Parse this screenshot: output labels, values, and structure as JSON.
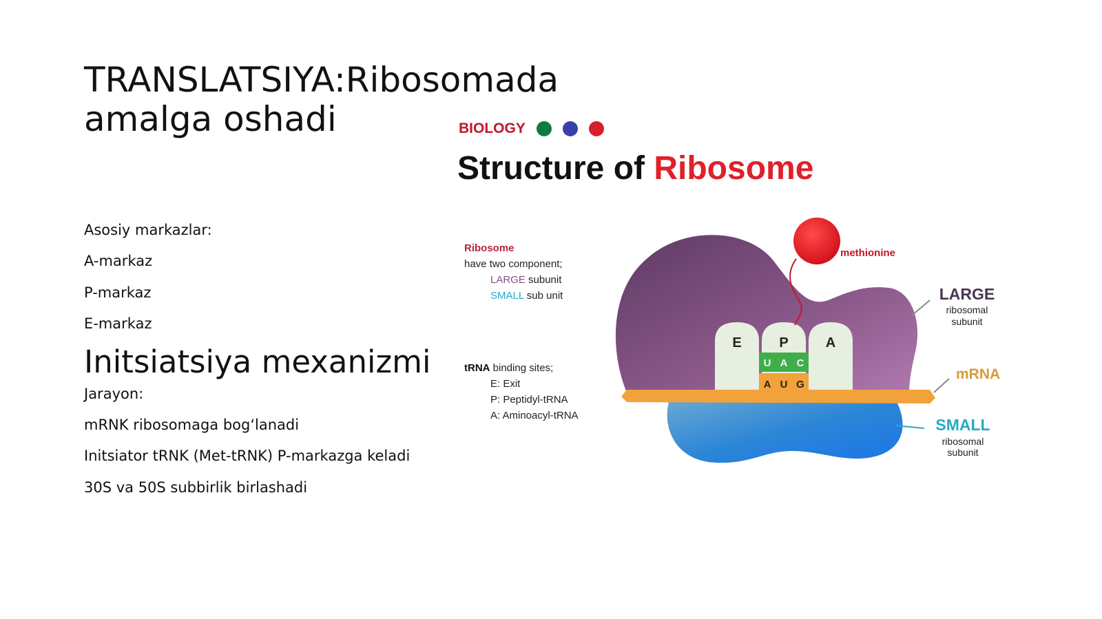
{
  "slide": {
    "title": "TRANSLATSIYA:Ribosomada amalga oshadi",
    "lines": [
      "Asosiy markazlar:",
      "A-markaz",
      "P-markaz",
      "E-markaz"
    ],
    "subheading": "Initsiatsiya mexanizmi",
    "lines2": [
      "Jarayon:",
      "mRNK ribosomaga bog‘lanadi",
      "Initsiator tRNK (Met-tRNK) P-markazga keladi",
      "30S va 50S subbirlik birlashadi"
    ]
  },
  "figure": {
    "tag": "BIOLOGY",
    "title_part1": "Structure of ",
    "title_part2": "Ribosome",
    "info_heading": "Ribosome",
    "info_line": "have two component;",
    "large_word": "LARGE",
    "large_rest": " subunit",
    "small_word": "SMALL",
    "small_rest": " sub unit",
    "trna_bold": "tRNA",
    "trna_rest": " binding sites;",
    "site_e": "E: Exit",
    "site_p": "P: Peptidyl-tRNA",
    "site_a": "A: Aminoacyl-tRNA",
    "methionine": "methionine",
    "large_label": "LARGE",
    "large_sub1": "ribosomal",
    "large_sub2": "subunit",
    "mrna_label": "mRNA",
    "small_label": "SMALL",
    "small_sub1": "ribosomal",
    "small_sub2": "subunit",
    "sites": [
      "E",
      "P",
      "A"
    ],
    "anticodon": [
      "U",
      "A",
      "C"
    ],
    "codon": [
      "A",
      "U",
      "G"
    ],
    "colors": {
      "green_dot": "#0e7a45",
      "blue_dot": "#3b3fa8",
      "red_dot": "#d81e2a",
      "accent_red": "#e0202a",
      "large_subunit": "#8a4f86",
      "small_subunit": "#2a86d8",
      "mrna": "#f2a23a",
      "small_label": "#27a9c6"
    }
  }
}
